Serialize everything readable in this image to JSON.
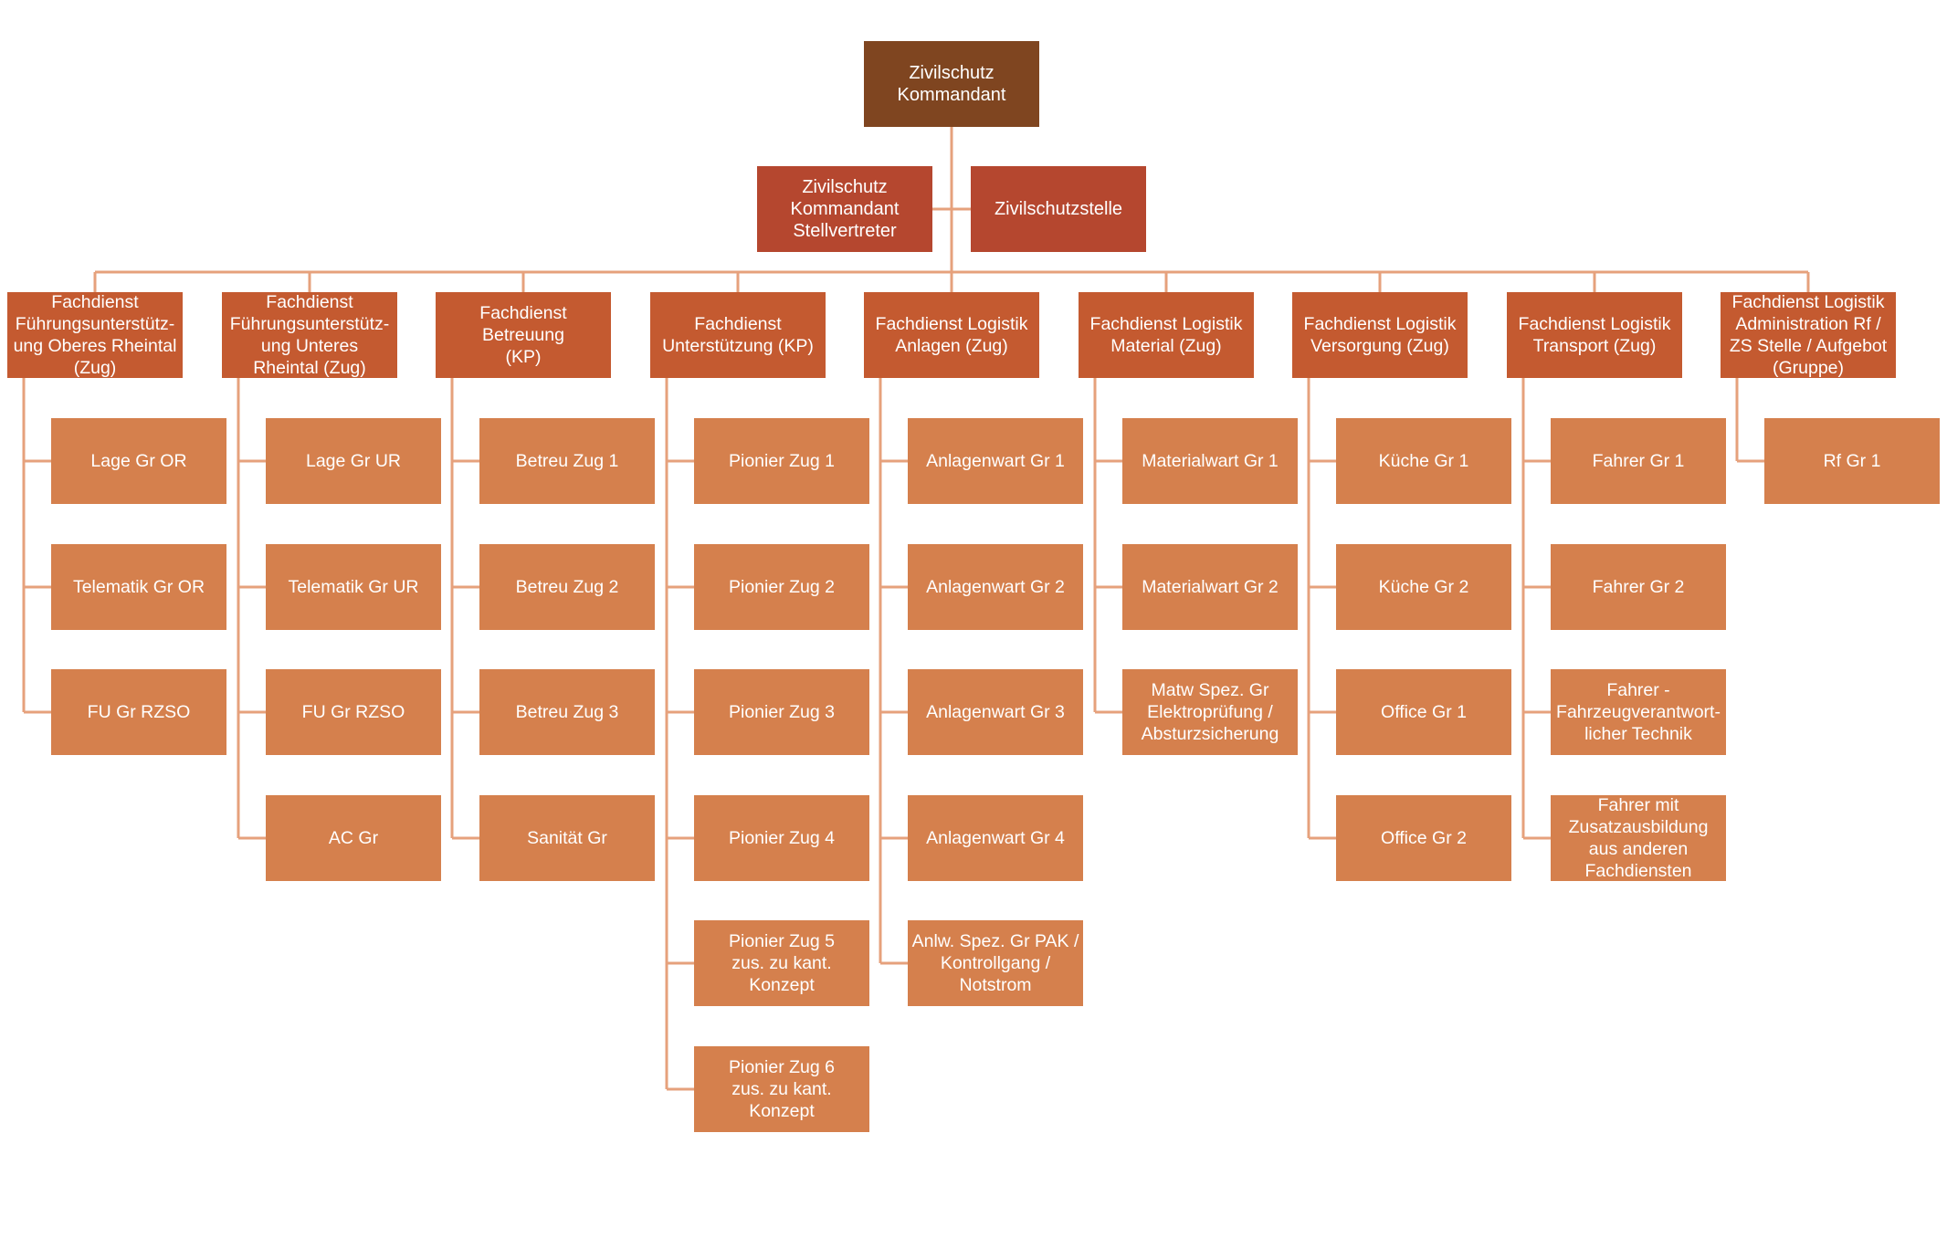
{
  "top": "Zivilschutz\nKommandant",
  "deputy": "Zivilschutz\nKommandant\nStellvertreter",
  "office": "Zivilschutzstelle",
  "columns": [
    {
      "head": "Fachdienst\nFührungsunterstütz-\nung Oberes Rheintal\n(Zug)",
      "items": [
        "Lage Gr OR",
        "Telematik Gr OR",
        "FU Gr RZSO"
      ]
    },
    {
      "head": "Fachdienst\nFührungsunterstütz-\nung  Unteres\nRheintal (Zug)",
      "items": [
        "Lage Gr UR",
        "Telematik Gr UR",
        "FU Gr RZSO",
        "AC Gr"
      ]
    },
    {
      "head": "Fachdienst\nBetreuung\n(KP)",
      "items": [
        "Betreu Zug 1",
        "Betreu Zug 2",
        "Betreu Zug 3",
        "Sanität Gr"
      ]
    },
    {
      "head": "Fachdienst\nUnterstützung (KP)",
      "items": [
        "Pionier Zug 1",
        "Pionier Zug 2",
        "Pionier Zug 3",
        "Pionier Zug 4",
        "Pionier Zug 5\nzus. zu kant.\nKonzept",
        "Pionier Zug 6\nzus. zu kant.\nKonzept"
      ]
    },
    {
      "head": "Fachdienst Logistik\nAnlagen (Zug)",
      "items": [
        "Anlagenwart Gr 1",
        "Anlagenwart Gr 2",
        "Anlagenwart Gr 3",
        "Anlagenwart Gr 4",
        "Anlw. Spez. Gr PAK /\nKontrollgang /\nNotstrom"
      ]
    },
    {
      "head": "Fachdienst Logistik\nMaterial (Zug)",
      "items": [
        "Materialwart Gr 1",
        "Materialwart Gr 2",
        "Matw Spez. Gr\nElektroprüfung /\nAbsturzsicherung"
      ]
    },
    {
      "head": "Fachdienst Logistik\nVersorgung (Zug)",
      "items": [
        "Küche Gr 1",
        "Küche Gr 2",
        "Office Gr 1",
        "Office Gr 2"
      ]
    },
    {
      "head": "Fachdienst Logistik\nTransport (Zug)",
      "items": [
        "Fahrer Gr 1",
        "Fahrer Gr 2",
        "Fahrer -\nFahrzeugverantwort-\nlicher Technik",
        "Fahrer mit\nZusatzausbildung\naus anderen\nFachdiensten"
      ]
    },
    {
      "head": "Fachdienst Logistik\nAdministration Rf /\nZS Stelle / Aufgebot\n(Gruppe)",
      "items": [
        "Rf Gr 1"
      ]
    }
  ],
  "colors": {
    "top": "#7f4520",
    "level2": "#b5472f",
    "head": "#c45a30",
    "sub": "#d5804d",
    "line": "#e6a17c"
  }
}
